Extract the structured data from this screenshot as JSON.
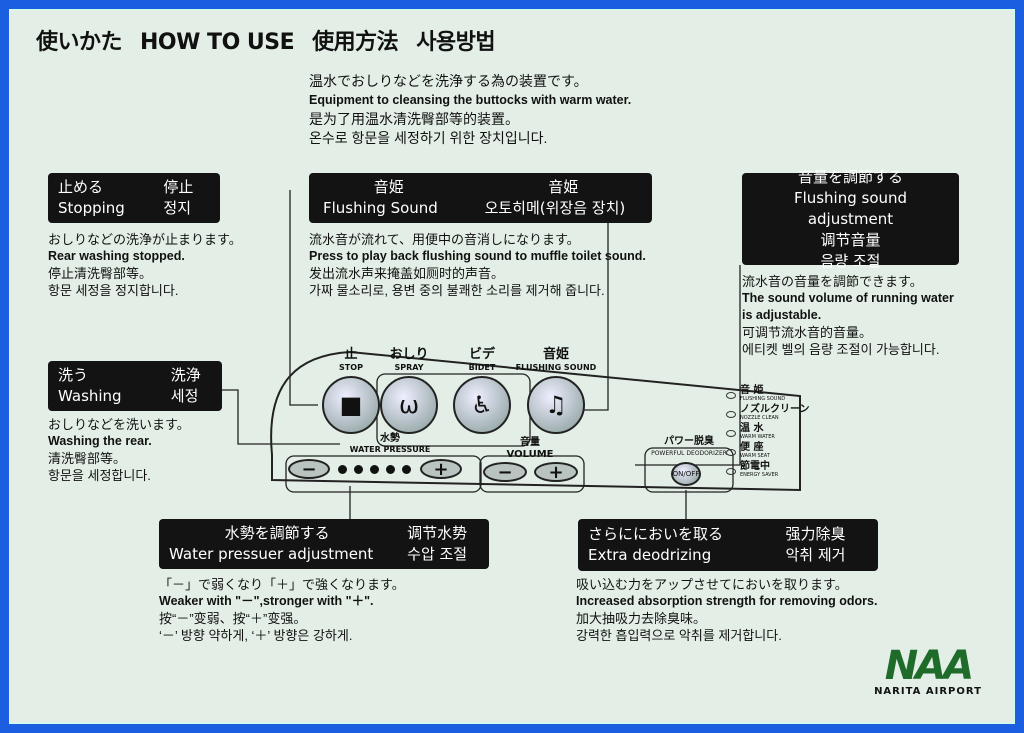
{
  "title": [
    "使いかた",
    "HOW TO USE",
    "使用方法",
    "사용방법"
  ],
  "intro": [
    "温水でおしりなどを洗浄する為の装置です。",
    "Equipment to cleansing the buttocks with warm water.",
    "是为了用温水清洗臀部等的装置。",
    "온수로 항문을 세정하기 위한 장치입니다."
  ],
  "stopping": {
    "label": [
      "止める",
      "停止",
      "Stopping",
      "정지"
    ],
    "desc": [
      "おしりなどの洗浄が止まります。",
      "Rear washing stopped.",
      "停止清洗臀部等。",
      "항문 세정을 정지합니다."
    ]
  },
  "flushing": {
    "label": [
      "音姫",
      "音姫",
      "Flushing Sound",
      "오토히메(위장음 장치)"
    ],
    "desc": [
      "流水音が流れて、用便中の音消しになります。",
      "Press to play back flushing sound to muffle toilet sound.",
      "发出流水声来掩盖如厕时的声音。",
      "가짜 물소리로, 용변 중의 불쾌한 소리를 제거해 줍니다."
    ]
  },
  "volume_adj": {
    "label": [
      "音量を調節する",
      "Flushing sound adjustment",
      "调节音量",
      "음량 조절"
    ],
    "desc": [
      "流水音の音量を調節できます。",
      "The sound volume of running water",
      "is adjustable.",
      "可调节流水音的音量。",
      "에티켓 벨의 음량 조절이 가능합니다."
    ]
  },
  "washing": {
    "label": [
      "洗う",
      "洗浄",
      "Washing",
      "세정"
    ],
    "desc": [
      "おしりなどを洗います。",
      "Washing the rear.",
      "清洗臀部等。",
      "항문을 세정합니다."
    ]
  },
  "pressure": {
    "label": [
      "水勢を調節する",
      "调节水势",
      "Water pressuer adjustment",
      "수압 조절"
    ],
    "desc": [
      "「－」で弱くなり「＋」で強くなります。",
      "Weaker with \"－\",stronger with \"＋\".",
      "按“－”变弱、按“＋”变强。",
      "‘－’ 방향 약하게, ‘＋’ 방향은 강하게."
    ]
  },
  "deodor": {
    "label": [
      "さらににおいを取る",
      "强力除臭",
      "Extra deodrizing",
      "악취 제거"
    ],
    "desc": [
      "吸い込む力をアップさせてにおいを取ります。",
      "Increased absorption strength for removing odors.",
      "加大抽吸力去除臭味。",
      "강력한 흡입력으로 악취를 제거합니다."
    ]
  },
  "panel": {
    "stop": [
      "止",
      "STOP"
    ],
    "spray": [
      "おしり",
      "SPRAY"
    ],
    "bidet": [
      "ビデ",
      "BIDET"
    ],
    "sound": [
      "音姫",
      "FLUSHING SOUND"
    ],
    "pressure": [
      "水勢",
      "WATER PRESSURE"
    ],
    "volume": [
      "音量",
      "VOLUME"
    ],
    "deodorizer": [
      "パワー脱臭",
      "POWERFUL DEODORIZER",
      "ON/OFF"
    ],
    "indicators": [
      [
        "音 姫",
        "FLUSHING SOUND"
      ],
      [
        "ノズルクリーン",
        "NOZZLE CLEAN"
      ],
      [
        "温 水",
        "WARM WATER"
      ],
      [
        "便 座",
        "WARM SEAT"
      ],
      [
        "節電中",
        "ENERGY SAVER"
      ]
    ]
  },
  "logo": {
    "mark": "NAA",
    "name": "NARITA AIRPORT"
  },
  "colors": {
    "frame": "#1b5fe0",
    "card": "#e3efe6",
    "logo": "#1f6b2a"
  }
}
